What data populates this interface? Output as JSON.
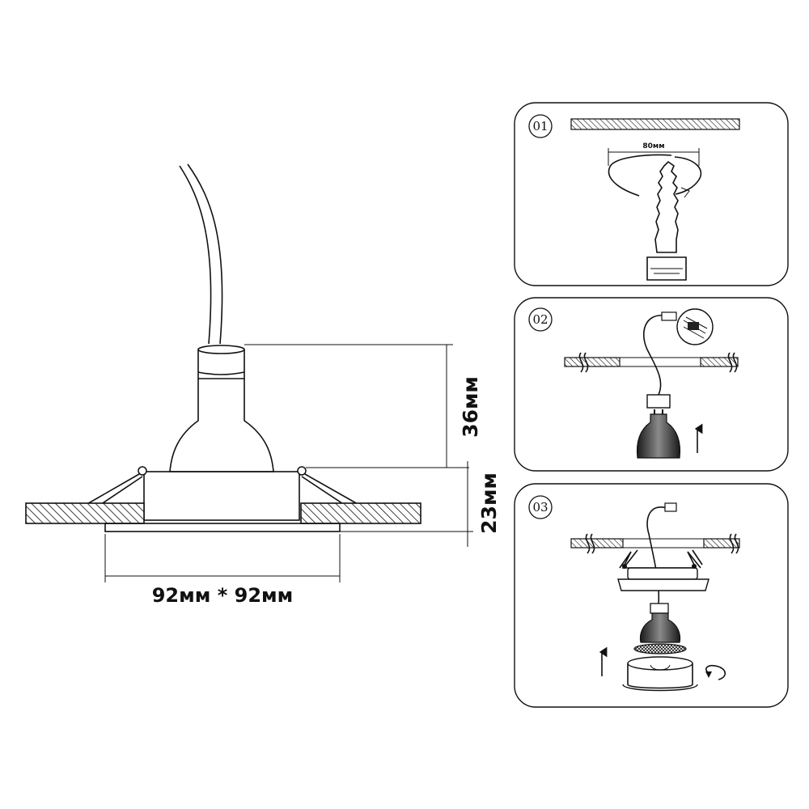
{
  "main_drawing": {
    "height_top": "36мм",
    "height_bottom": "23мм",
    "size": "92мм * 92мм"
  },
  "steps": [
    {
      "number": "01",
      "cut_diameter": "80мм"
    },
    {
      "number": "02"
    },
    {
      "number": "03"
    }
  ]
}
